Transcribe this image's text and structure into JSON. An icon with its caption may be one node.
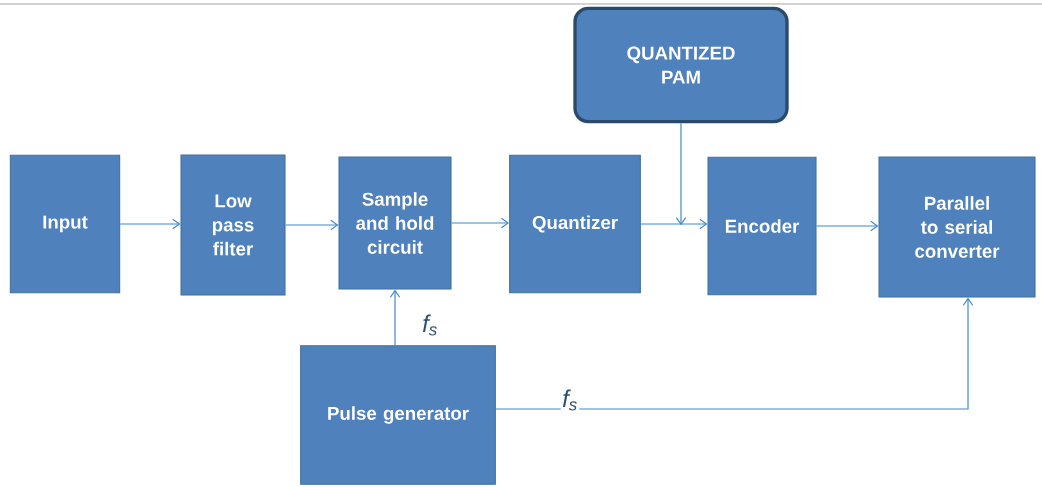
{
  "diagram": {
    "nodes": [
      {
        "text": [
          "Input"
        ]
      },
      {
        "text": [
          "Low pass filter"
        ]
      },
      {
        "text": [
          "Sample and hold circuit"
        ]
      },
      {
        "text": [
          "Quantizer"
        ]
      },
      {
        "text": [
          "Encoder"
        ]
      },
      {
        "text": [
          "Parallel to serial converter"
        ]
      },
      {
        "text": [
          "QUANTIZED PAM"
        ]
      },
      {
        "text": [
          "Pulse generator"
        ]
      }
    ],
    "edges": [
      {
        "from": 0,
        "to": 1,
        "arrow": "to"
      },
      {
        "from": 1,
        "to": 2,
        "arrow": "to"
      },
      {
        "from": 2,
        "to": 3,
        "arrow": "to"
      },
      {
        "from": 3,
        "to": 4,
        "arrow": "to"
      },
      {
        "from": 4,
        "to": 5,
        "arrow": "to"
      },
      {
        "from": 6,
        "to": null,
        "arrow": "to"
      },
      {
        "from": 7,
        "to": 2,
        "arrow": "to",
        "label": "f$_{s}$"
      },
      {
        "from": 7,
        "to": 5,
        "arrow": "to",
        "label": "f$_{s}$"
      }
    ]
  }
}
